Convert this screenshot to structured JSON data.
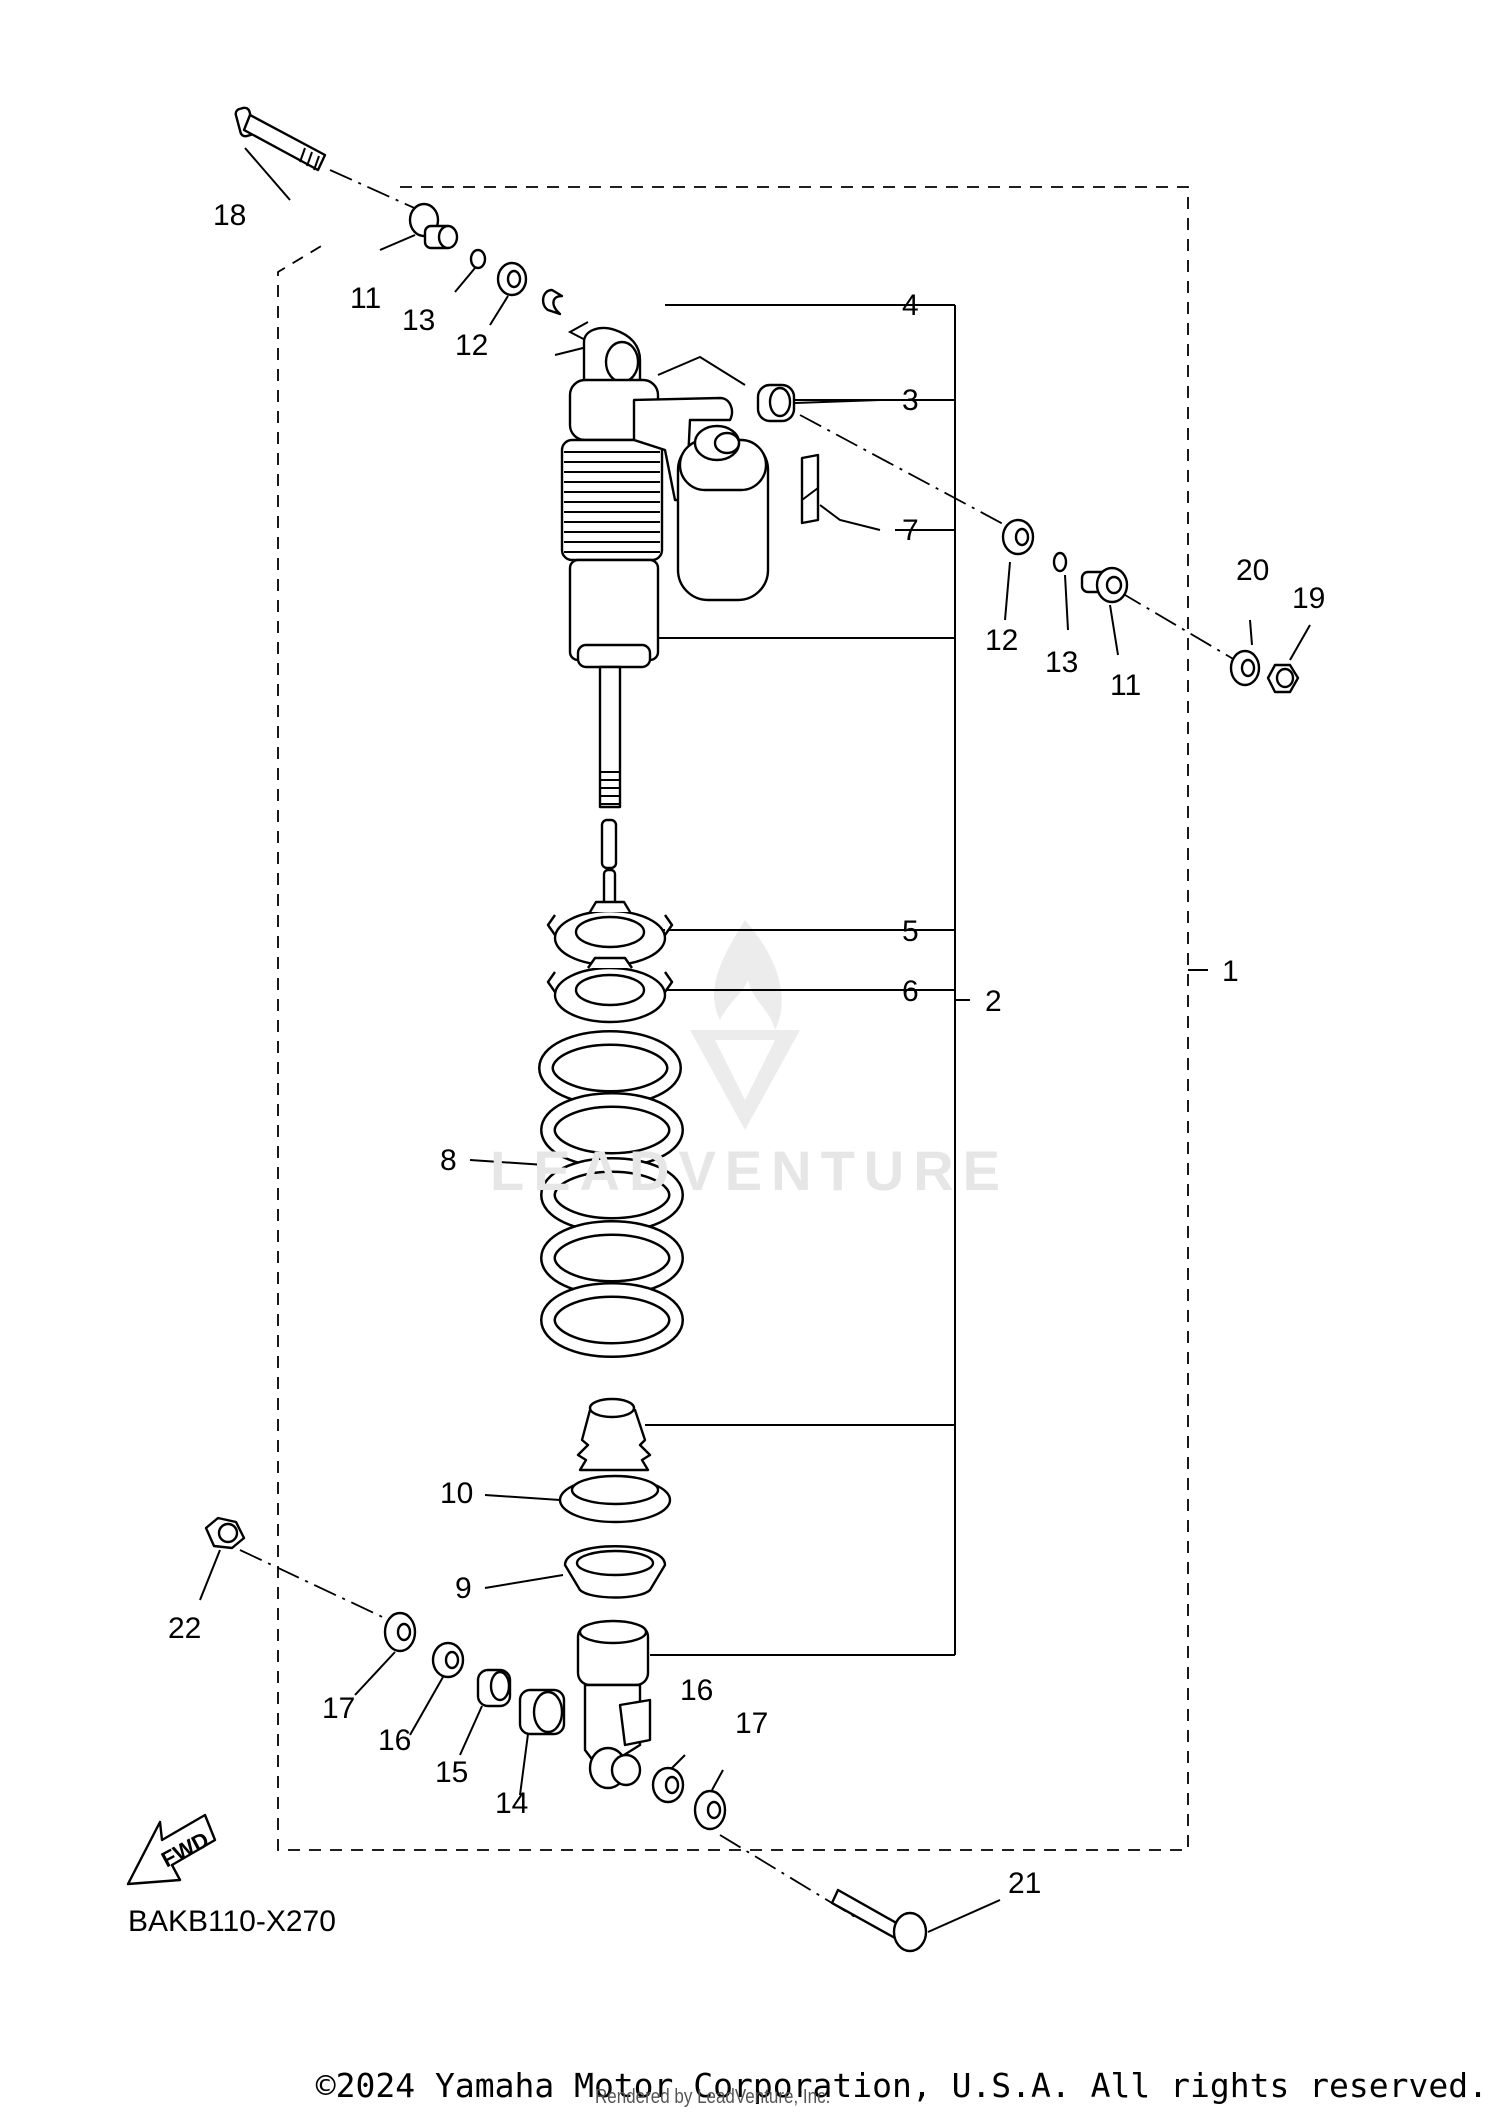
{
  "diagram_code": "BAKB110-X270",
  "copyright": "©2024 Yamaha Motor Corporation, U.S.A. All rights reserved.",
  "rendered_by": "Rendered by LeadVenture, Inc.",
  "watermark": "LEADVENTURE",
  "fwd_label": "FWD",
  "callouts": {
    "c1": "1",
    "c2": "2",
    "c3": "3",
    "c4": "4",
    "c5": "5",
    "c6": "6",
    "c7": "7",
    "c8": "8",
    "c9": "9",
    "c10": "10",
    "c11a": "11",
    "c11b": "11",
    "c12a": "12",
    "c12b": "12",
    "c13a": "13",
    "c13b": "13",
    "c14": "14",
    "c15": "15",
    "c16a": "16",
    "c16b": "16",
    "c17a": "17",
    "c17b": "17",
    "c18": "18",
    "c19": "19",
    "c20": "20",
    "c21": "21",
    "c22": "22"
  }
}
